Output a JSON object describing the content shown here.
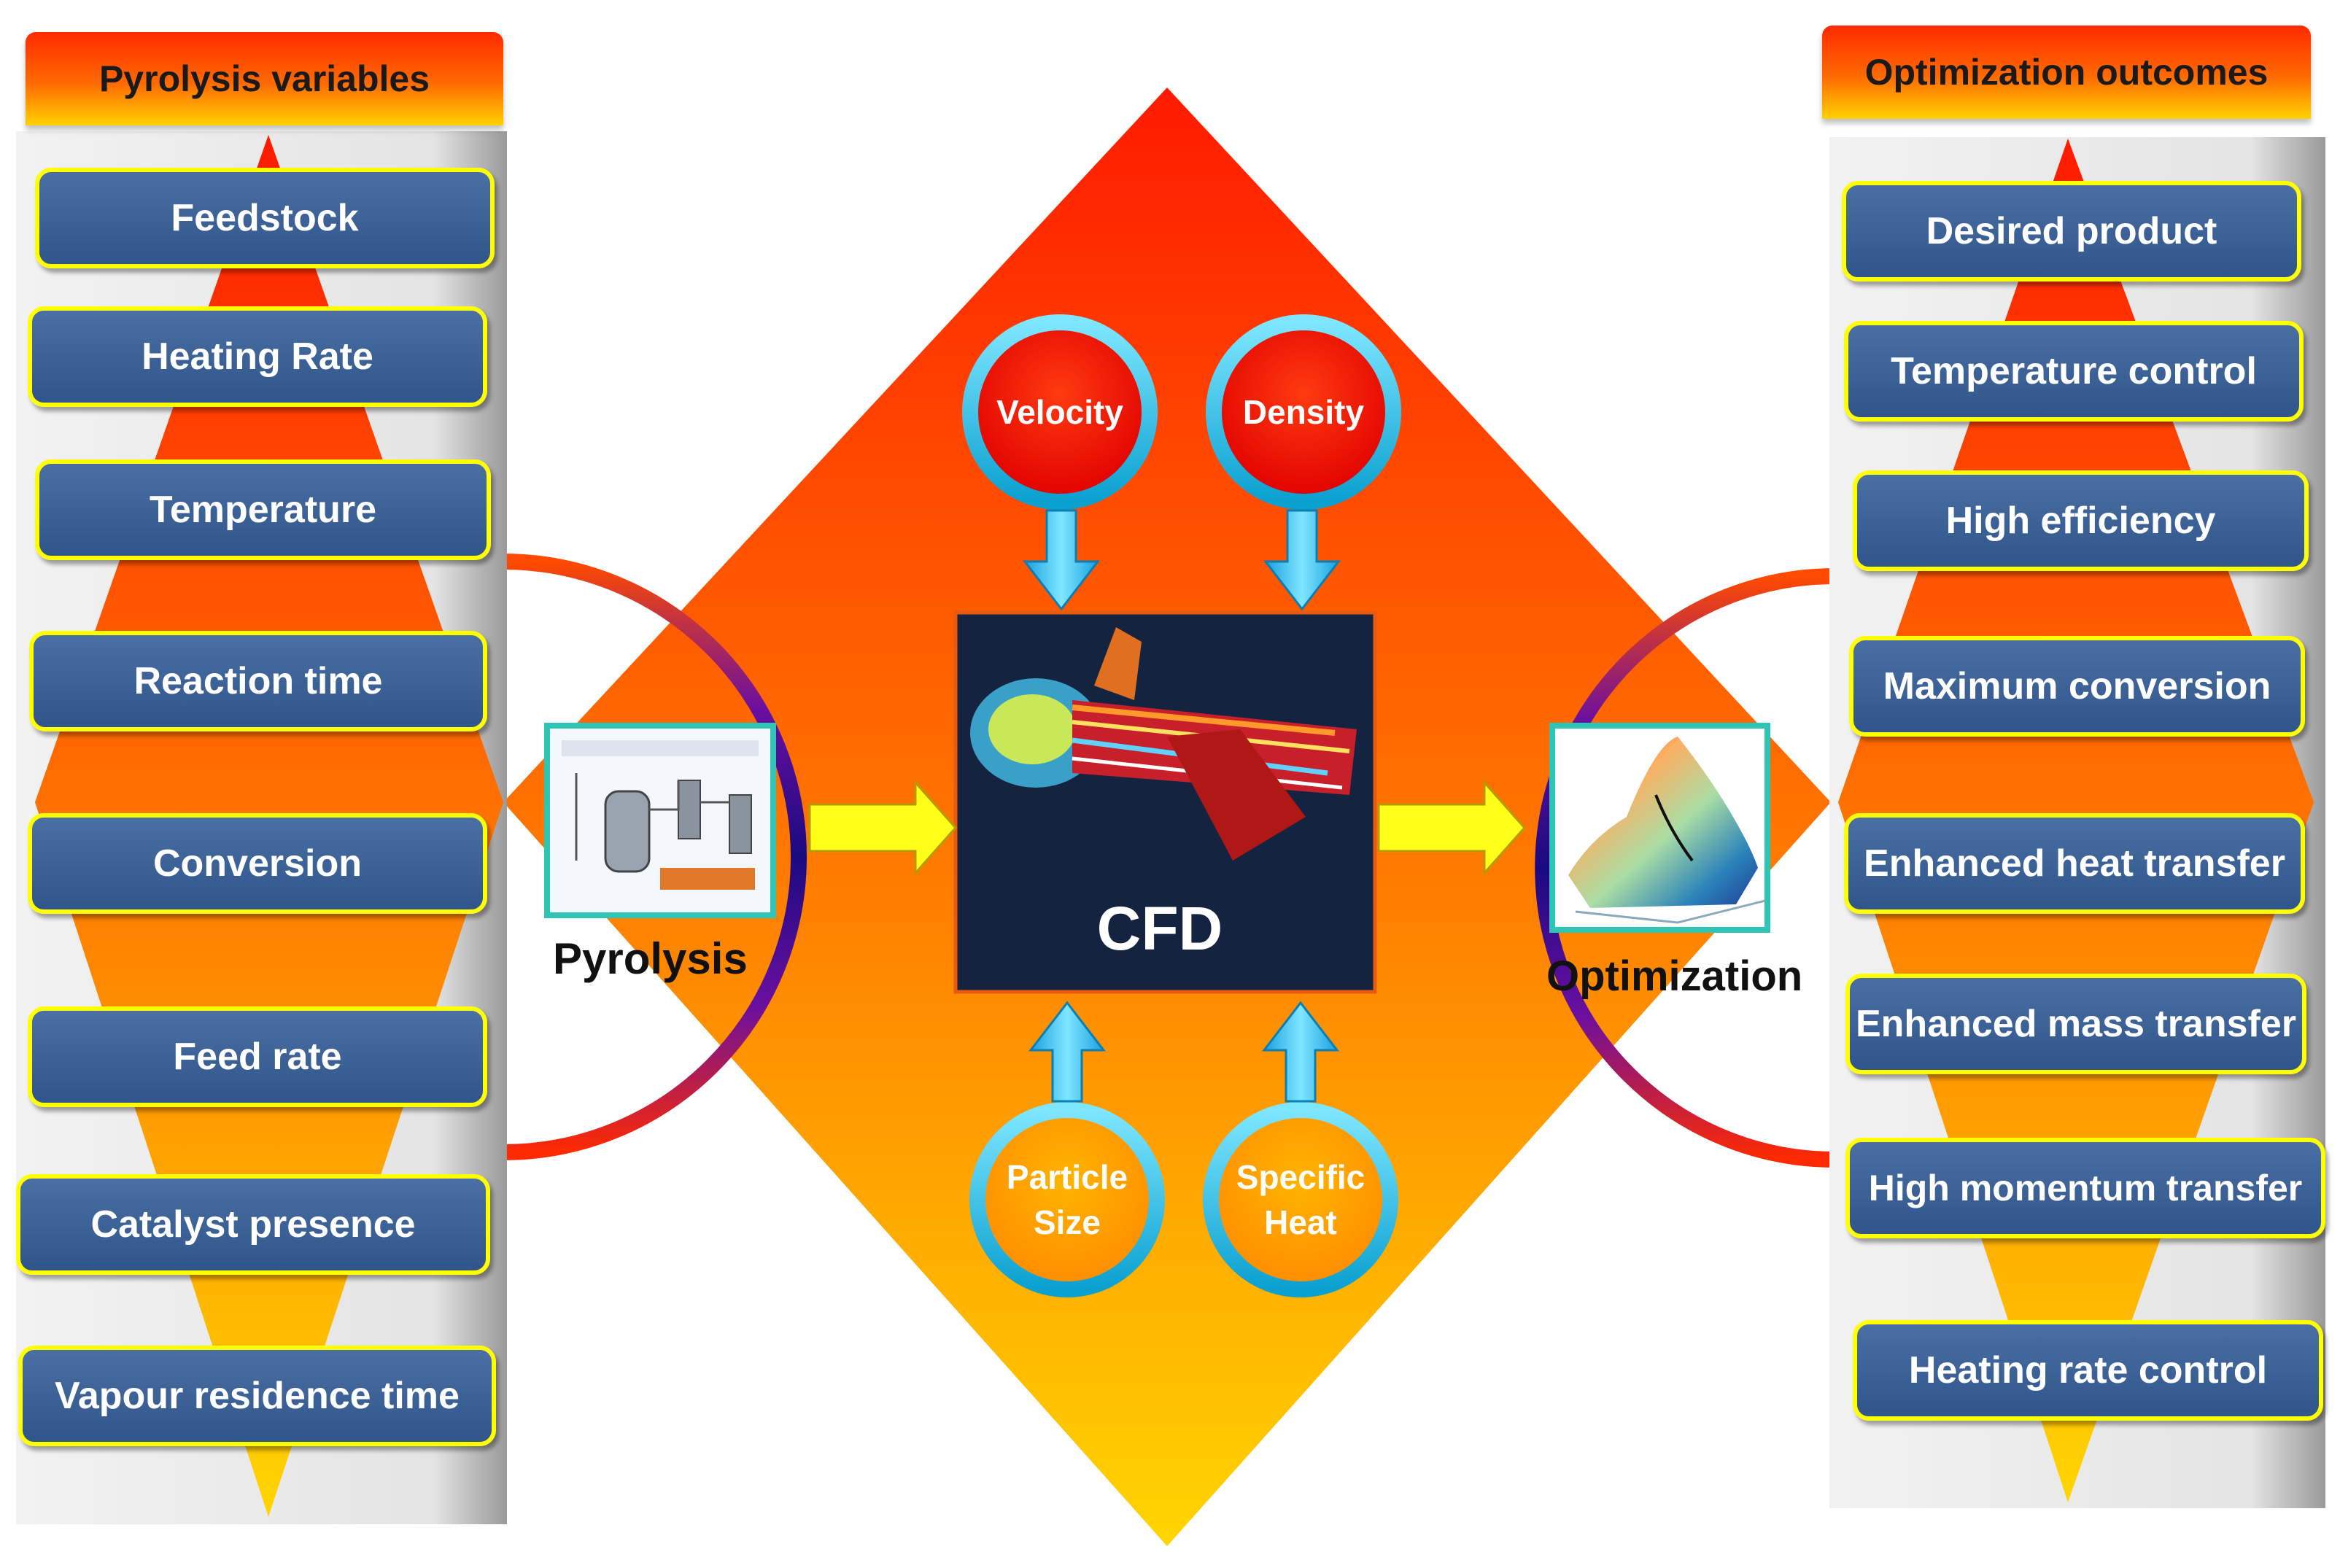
{
  "left_panel": {
    "title": "Pyrolysis variables",
    "items": [
      "Feedstock",
      "Heating Rate",
      "Temperature",
      "Reaction time",
      "Conversion",
      "Feed rate",
      "Catalyst presence",
      "Vapour residence time"
    ]
  },
  "right_panel": {
    "title": "Optimization outcomes",
    "items": [
      "Desired product",
      "Temperature control",
      "High efficiency",
      "Maximum conversion",
      "Enhanced heat transfer",
      "Enhanced mass transfer",
      "High momentum transfer",
      "Heating rate control"
    ]
  },
  "center": {
    "cfd_label": "CFD",
    "top_inputs": [
      "Velocity",
      "Density"
    ],
    "bottom_inputs": [
      "Particle Size",
      "Specific Heat"
    ]
  },
  "stages": {
    "pyrolysis": "Pyrolysis",
    "optimization": "Optimization"
  },
  "colors": {
    "pill_fill": "#3a5f95",
    "pill_border": "#ffff00",
    "flame_top": "#ff1a00",
    "flame_bottom": "#ffd500",
    "ring_outer": "#1fc8e6",
    "arc": "#6a0fa0",
    "cfd_box": "#14233f"
  },
  "icons": {
    "arrows": "yellow-block-arrow",
    "flow_arrows": "blue-down-arrow",
    "pyrolysis_image": "reactor-schematic-icon",
    "optimization_image": "response-surface-plot-icon",
    "cfd_image": "cfd-streamline-simulation-icon"
  }
}
